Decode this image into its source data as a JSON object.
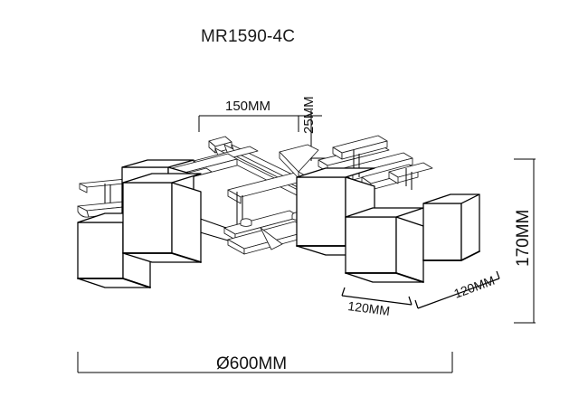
{
  "drawing": {
    "title": "MR1590-4C",
    "background_color": "#ffffff",
    "line_color": "#000000",
    "fill_color": "#ffffff",
    "subject": "four-light square-shade ceiling fixture, isometric technical drawing"
  },
  "dimensions": {
    "width_overall": {
      "label": "Ø600MM",
      "value": 600,
      "unit": "MM",
      "symbol": "Ø",
      "orientation": "horizontal",
      "position": "bottom"
    },
    "height_overall": {
      "label": "170MM",
      "value": 170,
      "unit": "MM",
      "orientation": "vertical",
      "position": "right"
    },
    "arm_span": {
      "label": "150MM",
      "value": 150,
      "unit": "MM",
      "orientation": "horizontal",
      "position": "top"
    },
    "plate_thickness": {
      "label": "25MM",
      "value": 25,
      "unit": "MM",
      "orientation": "vertical",
      "position": "top-right"
    },
    "shade_width_left": {
      "label": "120MM",
      "value": 120,
      "unit": "MM",
      "orientation": "angled",
      "position": "bottom-center"
    },
    "shade_width_right": {
      "label": "120MM",
      "value": 120,
      "unit": "MM",
      "orientation": "angled",
      "position": "bottom-right"
    }
  }
}
